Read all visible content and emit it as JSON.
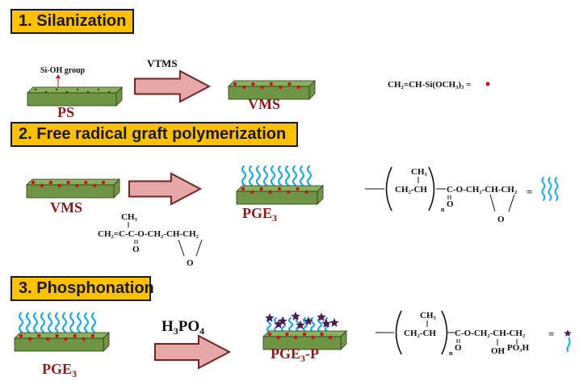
{
  "sections": [
    {
      "header": "1. Silanization"
    },
    {
      "header": "2. Free radical graft polymerization"
    },
    {
      "header": "3. Phosphonation"
    }
  ],
  "labels": {
    "si_oh_group": "Si-OH group",
    "vtms": "VTMS",
    "ps": "PS",
    "vms_1": "VMS",
    "vms_2": "VMS",
    "pge3_1": "PGE",
    "pge3_1_sub": "3",
    "pge3_2": "PGE",
    "pge3_2_sub": "3",
    "pge3p": "PGE",
    "pge3p_sub": "3",
    "pge3p_suffix": "-P",
    "h3po4_h": "H",
    "h3po4_3": "3",
    "h3po4_po": "PO",
    "h3po4_4": "4"
  },
  "formulas": {
    "vtms_formula": "CH₂=CH-Si(OCH₃)₃ =",
    "gma_ch3": "CH₃",
    "gma_line": "CH₂=C-C-O-CH₂-CH-CH₂",
    "gma_o": "O",
    "gma_o2": "O",
    "poly_ch3": "CH₃",
    "poly_backbone": "CH₂-CH",
    "poly_n": "n",
    "poly_ester": "C-O-CH₂-CH-CH₂",
    "poly_o": "O",
    "poly_o2": "O",
    "poly_eq": "=",
    "phos_ch3": "CH₃",
    "phos_backbone": "CH₂-CH",
    "phos_n": "n",
    "phos_ester": "C-O-CH₂-CH-CH₂",
    "phos_o": "O",
    "phos_oh": "OH",
    "phos_po3h": "PO₃H",
    "phos_eq": "="
  },
  "colors": {
    "header_bg": "#FFC000",
    "slab_top": "#8BB05A",
    "slab_front": "#6F9444",
    "dot": "#C0171E",
    "label": "#8B1A1A",
    "chain": "#1EA7E1",
    "star": "#4B1D4F",
    "arrow_fill": "#E6A7A7",
    "arrow_stroke": "#6B2A2A"
  }
}
